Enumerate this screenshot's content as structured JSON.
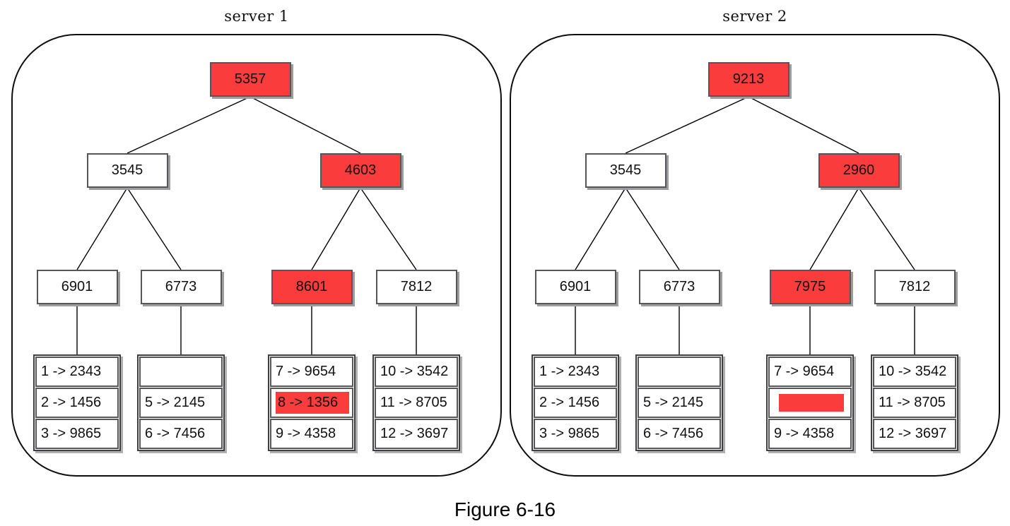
{
  "figure": {
    "caption": "Figure 6-16"
  },
  "colors": {
    "highlight_red": "#fa3c3c"
  },
  "servers": [
    {
      "title": "server 1",
      "nodes": {
        "root": {
          "label": "5357",
          "highlighted": true
        },
        "level2": [
          {
            "label": "3545",
            "highlighted": false
          },
          {
            "label": "4603",
            "highlighted": true
          }
        ],
        "level3": [
          {
            "label": "6901",
            "highlighted": false
          },
          {
            "label": "6773",
            "highlighted": false
          },
          {
            "label": "8601",
            "highlighted": true
          },
          {
            "label": "7812",
            "highlighted": false
          }
        ]
      },
      "tables": [
        {
          "rows": [
            {
              "text": "1 -> 2343",
              "highlight": "none"
            },
            {
              "text": "2 -> 1456",
              "highlight": "none"
            },
            {
              "text": "3 -> 9865",
              "highlight": "none"
            }
          ]
        },
        {
          "rows": [
            {
              "text": "",
              "highlight": "none"
            },
            {
              "text": "5 -> 2145",
              "highlight": "none"
            },
            {
              "text": "6 -> 7456",
              "highlight": "none"
            }
          ]
        },
        {
          "rows": [
            {
              "text": "7 -> 9654",
              "highlight": "none"
            },
            {
              "text": "8 -> 1356",
              "highlight": "text"
            },
            {
              "text": "9 -> 4358",
              "highlight": "none"
            }
          ]
        },
        {
          "rows": [
            {
              "text": "10 -> 3542",
              "highlight": "none"
            },
            {
              "text": "11 -> 8705",
              "highlight": "none"
            },
            {
              "text": "12 -> 3697",
              "highlight": "none"
            }
          ]
        }
      ]
    },
    {
      "title": "server 2",
      "nodes": {
        "root": {
          "label": "9213",
          "highlighted": true
        },
        "level2": [
          {
            "label": "3545",
            "highlighted": false
          },
          {
            "label": "2960",
            "highlighted": true
          }
        ],
        "level3": [
          {
            "label": "6901",
            "highlighted": false
          },
          {
            "label": "6773",
            "highlighted": false
          },
          {
            "label": "7975",
            "highlighted": true
          },
          {
            "label": "7812",
            "highlighted": false
          }
        ]
      },
      "tables": [
        {
          "rows": [
            {
              "text": "1 -> 2343",
              "highlight": "none"
            },
            {
              "text": "2 -> 1456",
              "highlight": "none"
            },
            {
              "text": "3 -> 9865",
              "highlight": "none"
            }
          ]
        },
        {
          "rows": [
            {
              "text": "",
              "highlight": "none"
            },
            {
              "text": "5 -> 2145",
              "highlight": "none"
            },
            {
              "text": "6 -> 7456",
              "highlight": "none"
            }
          ]
        },
        {
          "rows": [
            {
              "text": "7 -> 9654",
              "highlight": "none"
            },
            {
              "text": "",
              "highlight": "block"
            },
            {
              "text": "9 -> 4358",
              "highlight": "none"
            }
          ]
        },
        {
          "rows": [
            {
              "text": "10 -> 3542",
              "highlight": "none"
            },
            {
              "text": "11 -> 8705",
              "highlight": "none"
            },
            {
              "text": "12 -> 3697",
              "highlight": "none"
            }
          ]
        }
      ]
    }
  ]
}
